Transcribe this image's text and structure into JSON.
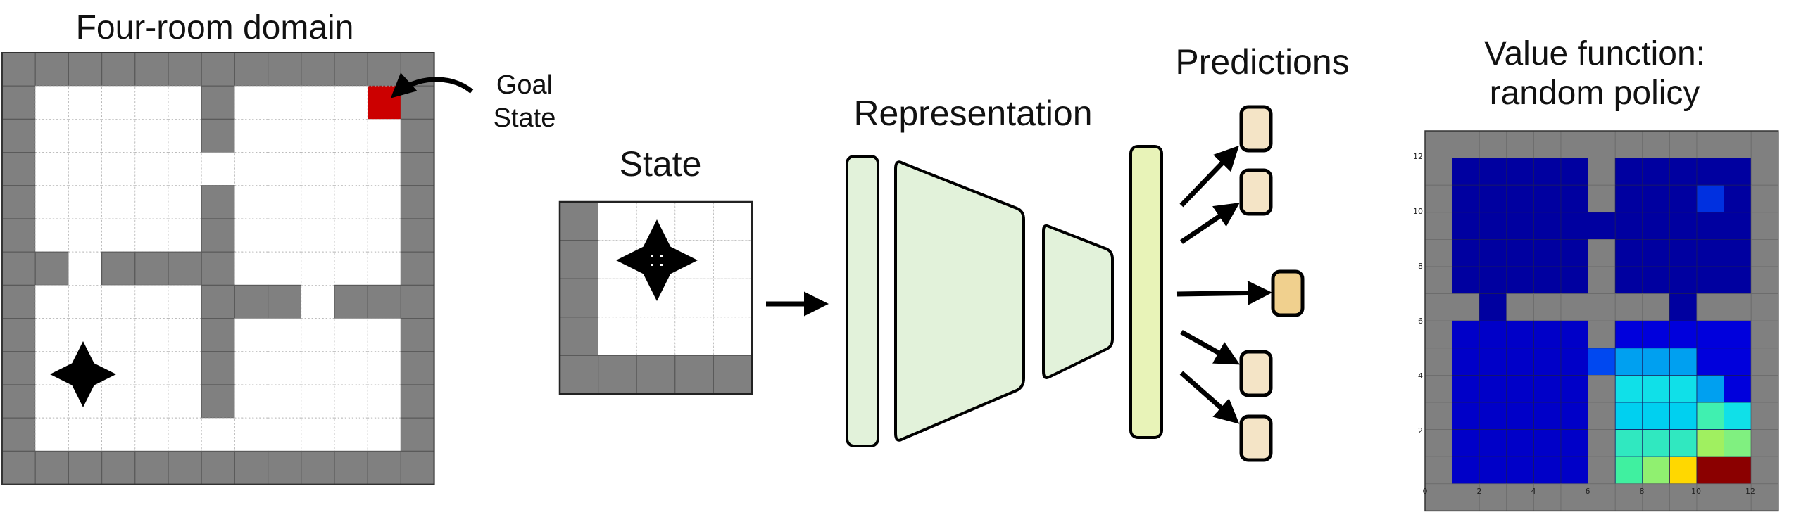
{
  "four_room": {
    "title": "Four-room domain",
    "goal_label_line1": "Goal",
    "goal_label_line2": "State"
  },
  "state": {
    "title": "State"
  },
  "representation": {
    "title": "Representation"
  },
  "predictions": {
    "title": "Predictions"
  },
  "value_function": {
    "title_line1": "Value function:",
    "title_line2": "random policy",
    "y_ticks": [
      "12",
      "10",
      "8",
      "6",
      "4",
      "2"
    ],
    "x_ticks": [
      "0",
      "2",
      "4",
      "6",
      "8",
      "10",
      "12"
    ]
  },
  "colors": {
    "wall": "#808080",
    "goal": "#cc0000",
    "layer_fill": "#e2f2da",
    "rep_fill": "#e8f3b8",
    "pred_fill": "#f4e4c6",
    "pred_highlight": "#f0d08e"
  },
  "value_map": [
    "WWWWWWWWWWWWW",
    "W00000W00000W",
    "W00000W000c0W",
    "W00000000000W",
    "W00000W00000W",
    "W00000W00000W",
    "WW0WWWWWW0WWW",
    "W11111WDDDDDW",
    "W11111fFFFDDW",
    "W11111WHHHFDW",
    "W11111WJJJIHW",
    "W11111WLLLKGW",
    "W11111WMNOPQW",
    "WWWWWWWWWWWWW"
  ],
  "value_palette": {
    "0": "#0000a0",
    "1": "#0000c8",
    "c": "#0030e0",
    "D": "#0000dc",
    "f": "#0048f0",
    "F": "#00a0f0",
    "H": "#10e0e8",
    "G": "#80f080",
    "I": "#40f0b0",
    "J": "#00d0f0",
    "K": "#a0f060",
    "L": "#30e8c0",
    "M": "#40f0a0",
    "N": "#90f070",
    "O": "#ffd800",
    "P": "#8b0000",
    "Q": "#8b0000"
  }
}
